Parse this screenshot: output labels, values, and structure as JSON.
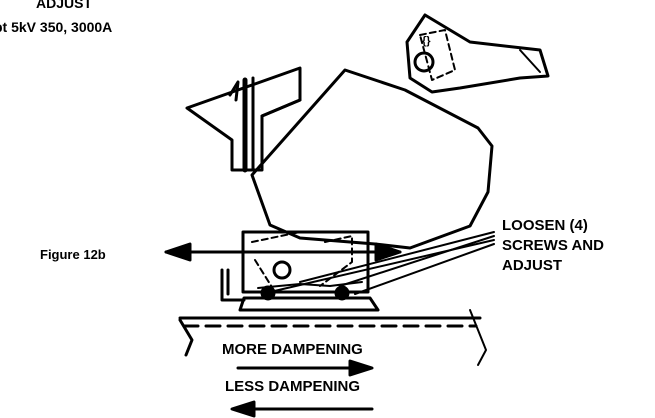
{
  "header": {
    "line1": "ADJUST",
    "line2": "pt 5kV 350, 3000A"
  },
  "figure_label": "Figure 12b",
  "callout": {
    "lines": [
      "LOOSEN (4)",
      "SCREWS AND",
      "ADJUST"
    ]
  },
  "directions": {
    "more": "MORE DAMPENING",
    "less": "LESS DAMPENING"
  },
  "colors": {
    "ink": "#000000",
    "paper": "#ffffff"
  }
}
